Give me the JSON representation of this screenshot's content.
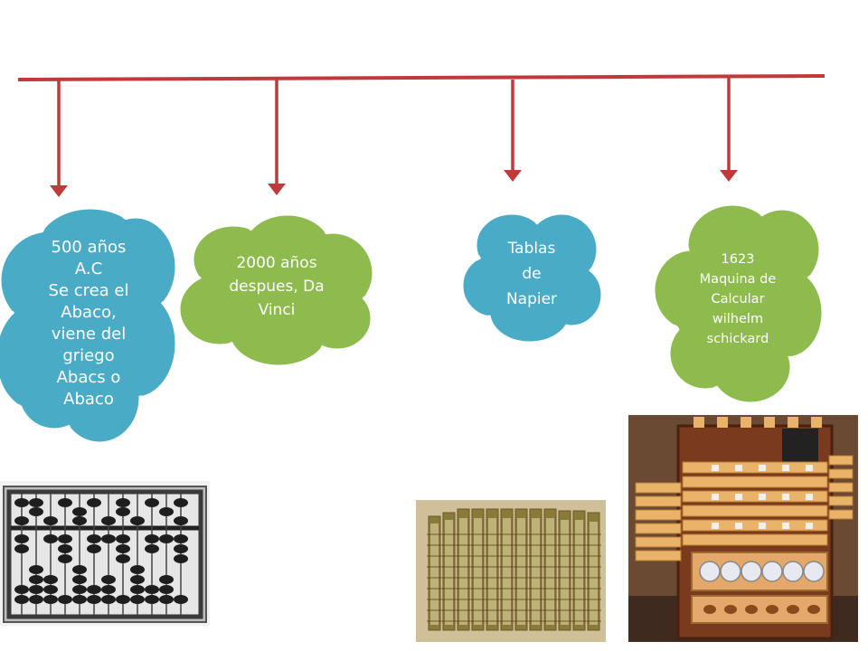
{
  "colors": {
    "timeline": "#c0393b",
    "cloud_blue": "#4aabc6",
    "cloud_green": "#8dbb4e",
    "text": "#ffffff"
  },
  "events": [
    {
      "text": "500 años\nA.C\nSe crea el\nAbaco,\nviene del\ngriego\nAbacs o\nAbaco",
      "color": "blue"
    },
    {
      "text": "2000 años\ndespues, Da\nVinci",
      "color": "green"
    },
    {
      "text": "Tablas\nde\nNapier",
      "color": "blue"
    },
    {
      "text": "1623\nMaquina de\nCalcular\nwilhelm\nschickard",
      "color": "green"
    }
  ],
  "photos": [
    {
      "name": "abacus-photo"
    },
    {
      "name": "napier-bones-photo"
    },
    {
      "name": "schickard-machine-photo"
    }
  ]
}
